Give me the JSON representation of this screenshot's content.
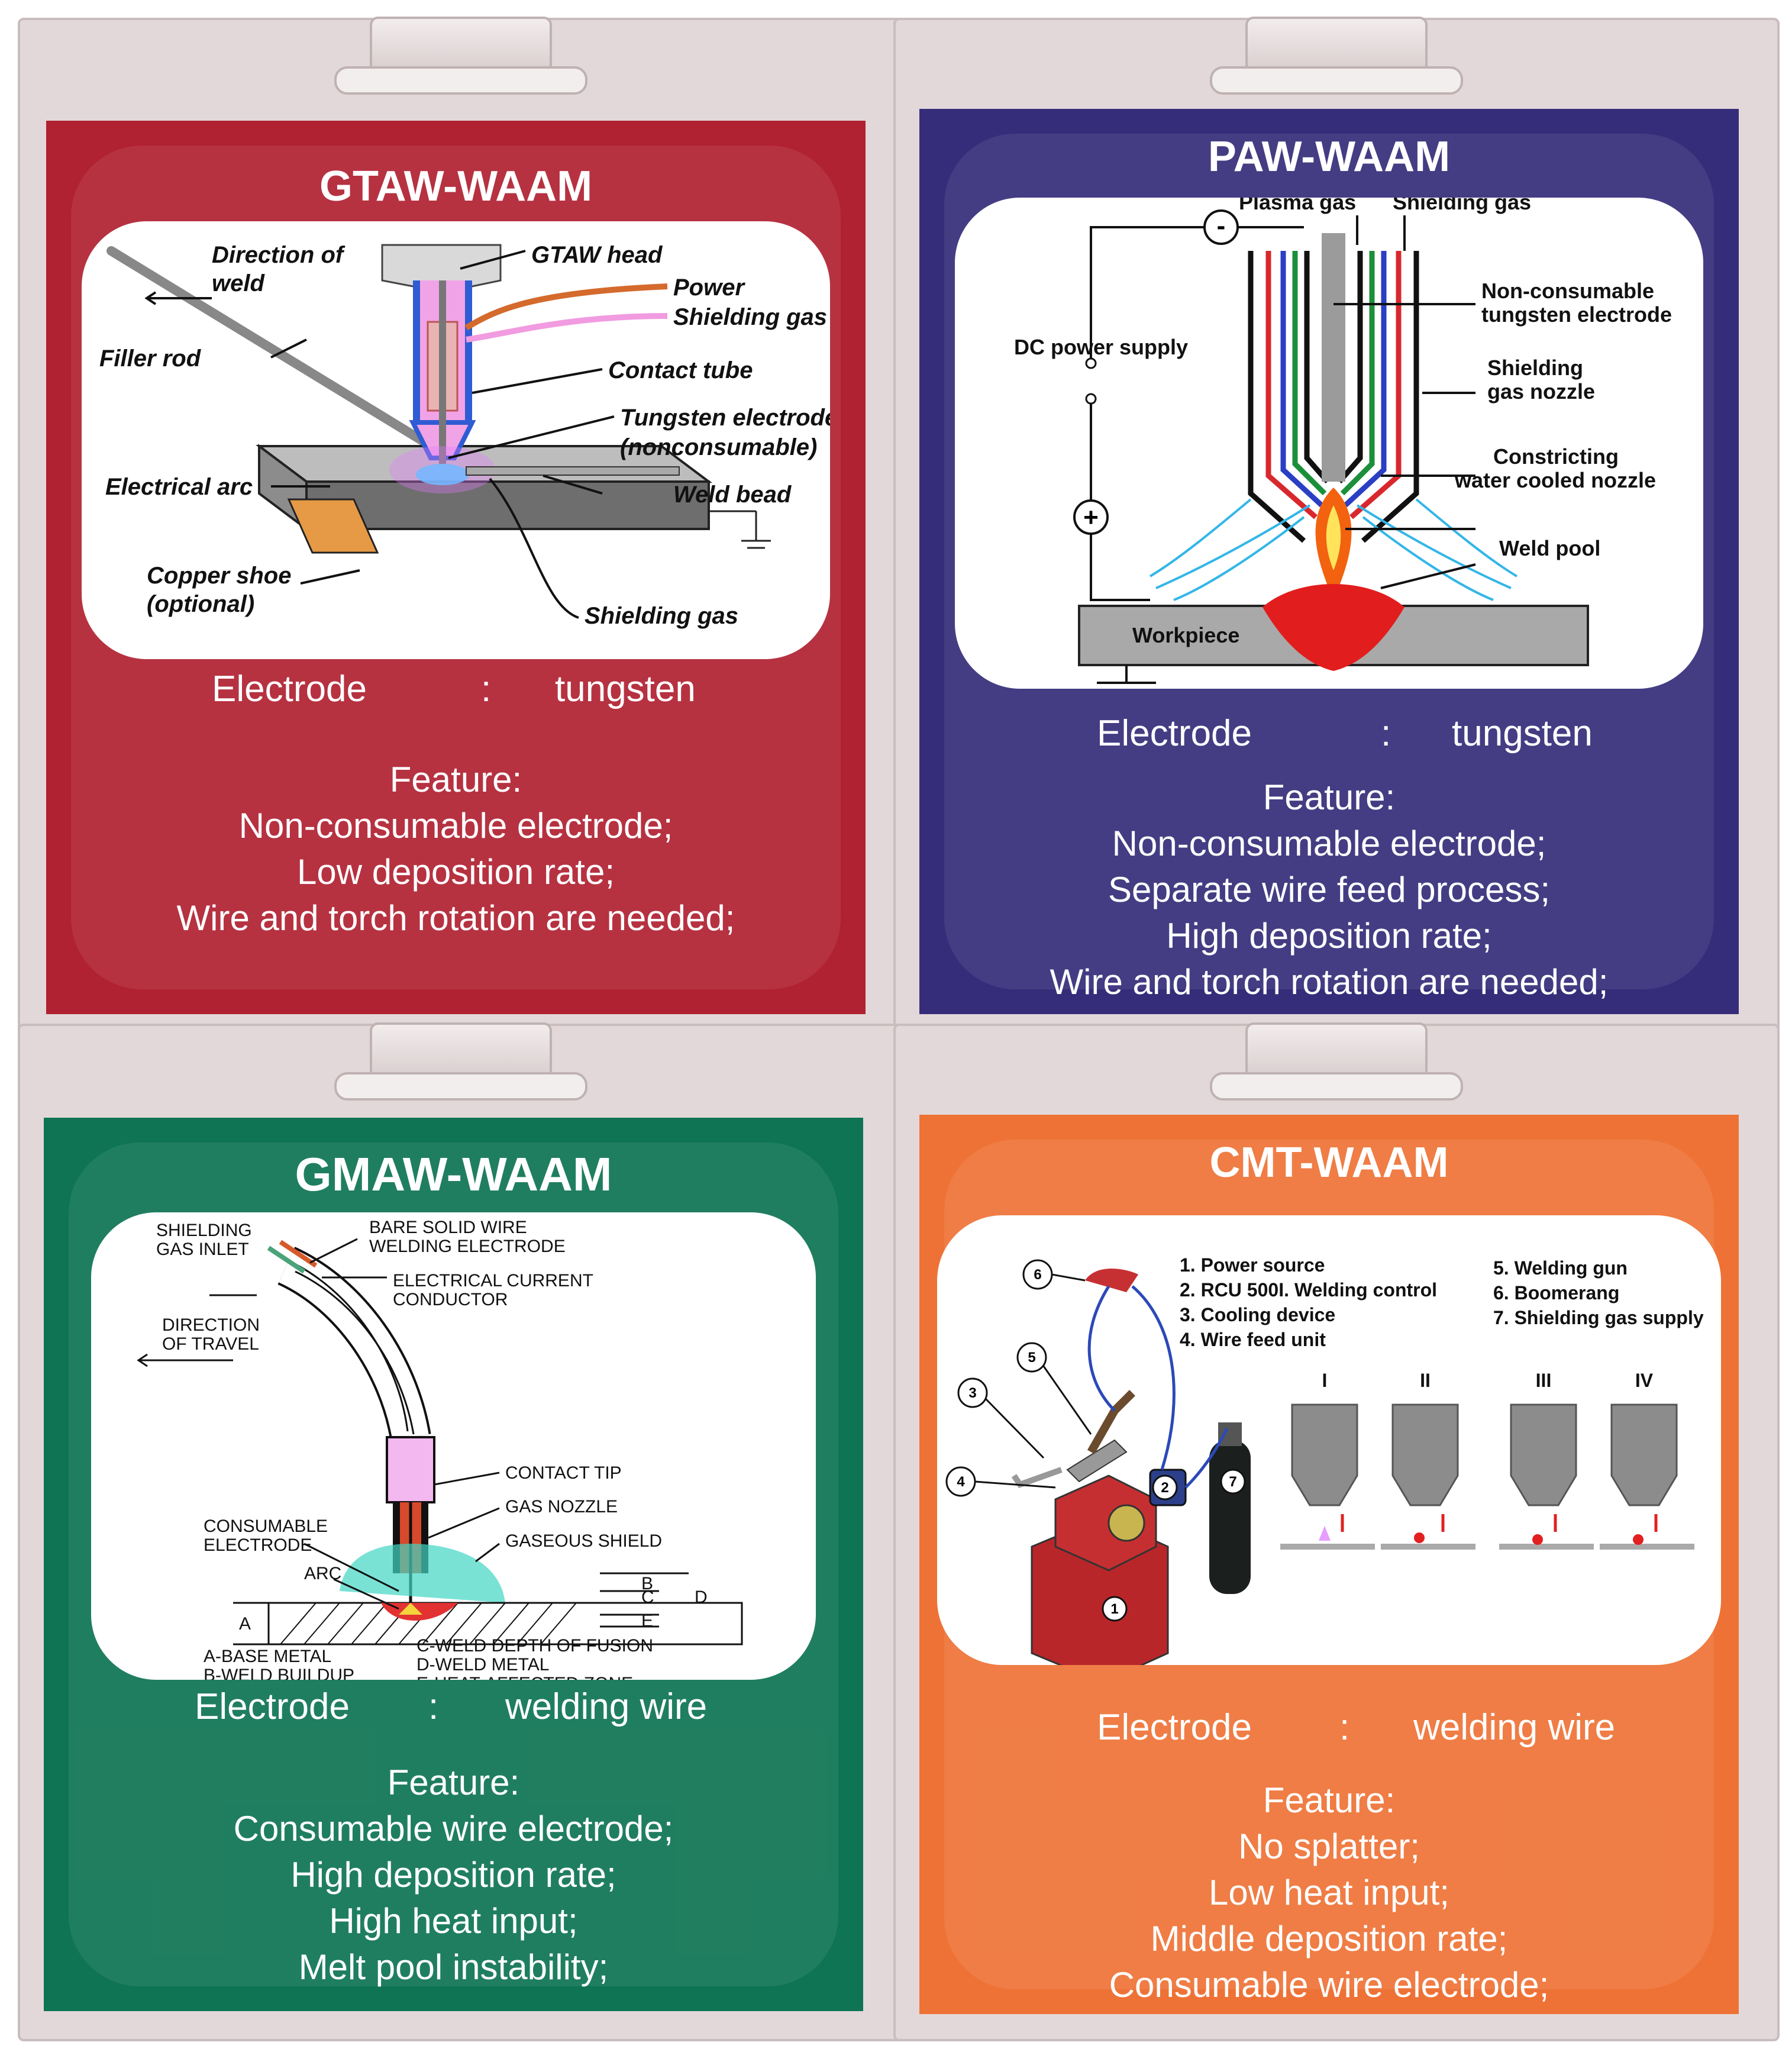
{
  "cards": [
    {
      "title": "GTAW-WAAM",
      "color": "#b02131",
      "electrode_label": "Electrode",
      "colon": ":",
      "electrode_value": "tungsten",
      "feature_heading": "Feature:",
      "features": [
        "Non-consumable electrode;",
        "Low deposition rate;",
        "Wire and torch rotation are needed;"
      ],
      "labels": {
        "direction": [
          "Direction of",
          "weld"
        ],
        "head": "GTAW head",
        "power": "Power",
        "shield_gas_top": "Shielding gas",
        "contact_tube": "Contact tube",
        "filler": "Filler rod",
        "tungsten": [
          "Tungsten electrode",
          "(nonconsumable)"
        ],
        "arc": "Electrical arc",
        "bead": "Weld bead",
        "copper": [
          "Copper shoe",
          "(optional)"
        ],
        "shield_gas_bottom": "Shielding gas"
      }
    },
    {
      "title": "PAW-WAAM",
      "color": "#352d79",
      "electrode_label": "Electrode",
      "colon": ":",
      "electrode_value": "tungsten",
      "feature_heading": "Feature:",
      "features": [
        "Non-consumable electrode;",
        "Separate wire feed process;",
        "High deposition rate;",
        "Wire and torch rotation are needed;"
      ],
      "labels": {
        "plasma": "Plasma gas",
        "shielding": "Shielding gas",
        "minus": "-",
        "plus": "+",
        "dc": "DC power supply",
        "tungsten": [
          "Non-consumable",
          "tungsten electrode"
        ],
        "nozzle": [
          "Shielding",
          "gas nozzle"
        ],
        "constricting": [
          "Constricting",
          "water cooled nozzle"
        ],
        "pool": "Weld pool",
        "workpiece": "Workpiece"
      }
    },
    {
      "title": "GMAW-WAAM",
      "color": "#0e7453",
      "electrode_label": "Electrode",
      "colon": ":",
      "electrode_value": "welding wire",
      "feature_heading": "Feature:",
      "features": [
        "Consumable wire electrode;",
        "High deposition rate;",
        "High heat input;",
        "Melt pool instability;"
      ],
      "labels": {
        "shield_inlet": [
          "SHIELDING",
          "GAS INLET"
        ],
        "bare_wire": [
          "BARE SOLID WIRE",
          "WELDING ELECTRODE"
        ],
        "conductor": [
          "ELECTRICAL CURRENT",
          "CONDUCTOR"
        ],
        "direction": [
          "DIRECTION",
          "OF TRAVEL"
        ],
        "contact_tip": "CONTACT TIP",
        "gas_nozzle": "GAS NOZZLE",
        "consumable": [
          "CONSUMABLE",
          "ELECTRODE"
        ],
        "gaseous": "GASEOUS SHIELD",
        "arc": "ARC",
        "a": "A",
        "b": "B",
        "c": "C",
        "d": "D",
        "e": "E",
        "legend_left": [
          "A-BASE METAL",
          "B-WELD BUILDUP"
        ],
        "legend_right": [
          "C-WELD DEPTH OF FUSION",
          "D-WELD METAL",
          "E-HEAT-AFFECTED ZONE"
        ]
      }
    },
    {
      "title": "CMT-WAAM",
      "color": "#ee7236",
      "electrode_label": "Electrode",
      "colon": ":",
      "electrode_value": "welding wire",
      "feature_heading": "Feature:",
      "features": [
        "No splatter;",
        "Low heat input;",
        "Middle deposition rate;",
        "Consumable wire electrode;"
      ],
      "labels": {
        "list_left": [
          "1.  Power source",
          "2.  RCU 500I. Welding control",
          "3.  Cooling device",
          "4.  Wire feed unit"
        ],
        "list_right": [
          "5.    Welding gun",
          "6.  Boomerang",
          "7.  Shielding gas supply"
        ],
        "phases": [
          "I",
          "II",
          "III",
          "IV"
        ],
        "callouts": [
          "6",
          "5",
          "3",
          "4",
          "2",
          "7",
          "1"
        ]
      }
    }
  ]
}
